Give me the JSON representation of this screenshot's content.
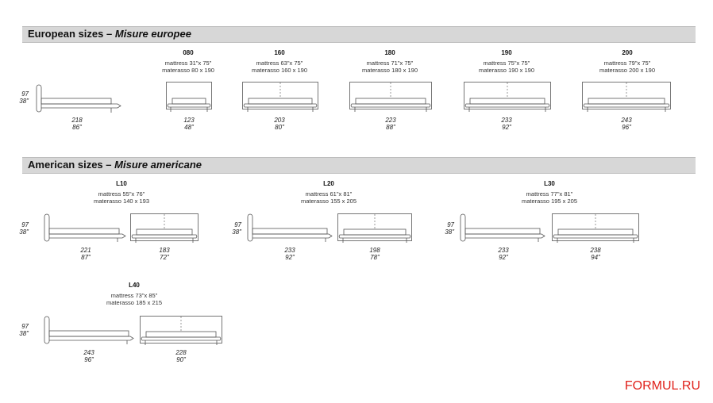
{
  "european": {
    "title": "European sizes",
    "sep": "–",
    "subtitle": "Misure europee",
    "side": {
      "height_cm": "97",
      "height_in": "38\"",
      "length_cm": "218",
      "length_in": "86\""
    },
    "models": [
      {
        "code": "080",
        "mattress": "mattress 31\"x 75\"",
        "materasso": "materasso 80 x 190",
        "width_cm": "123",
        "width_in": "48\""
      },
      {
        "code": "160",
        "mattress": "mattress 63\"x 75\"",
        "materasso": "materasso 160 x 190",
        "width_cm": "203",
        "width_in": "80\""
      },
      {
        "code": "180",
        "mattress": "mattress 71\"x 75\"",
        "materasso": "materasso 180 x 190",
        "width_cm": "223",
        "width_in": "88\""
      },
      {
        "code": "190",
        "mattress": "mattress 75\"x 75\"",
        "materasso": "materasso 190 x 190",
        "width_cm": "233",
        "width_in": "92\""
      },
      {
        "code": "200",
        "mattress": "mattress 79\"x 75\"",
        "materasso": "materasso 200 x 190",
        "width_cm": "243",
        "width_in": "96\""
      }
    ]
  },
  "american": {
    "title": "American sizes",
    "sep": "–",
    "subtitle": "Misure americane",
    "models": [
      {
        "code": "L10",
        "mattress": "mattress 55\"x 76\"",
        "materasso": "materasso 140 x 193",
        "height_cm": "97",
        "height_in": "38\"",
        "length_cm": "221",
        "length_in": "87\"",
        "width_cm": "183",
        "width_in": "72\""
      },
      {
        "code": "L20",
        "mattress": "mattress 61\"x 81\"",
        "materasso": "materasso 155 x 205",
        "height_cm": "97",
        "height_in": "38\"",
        "length_cm": "233",
        "length_in": "92\"",
        "width_cm": "198",
        "width_in": "78\""
      },
      {
        "code": "L30",
        "mattress": "mattress 77\"x 81\"",
        "materasso": "materasso 195 x 205",
        "height_cm": "97",
        "height_in": "38\"",
        "length_cm": "233",
        "length_in": "92\"",
        "width_cm": "238",
        "width_in": "94\""
      },
      {
        "code": "L40",
        "mattress": "mattress 73\"x 85\"",
        "materasso": "materasso 185 x 215",
        "height_cm": "97",
        "height_in": "38\"",
        "length_cm": "243",
        "length_in": "96\"",
        "width_cm": "228",
        "width_in": "90\""
      }
    ]
  },
  "watermark": "FORMUL.RU"
}
